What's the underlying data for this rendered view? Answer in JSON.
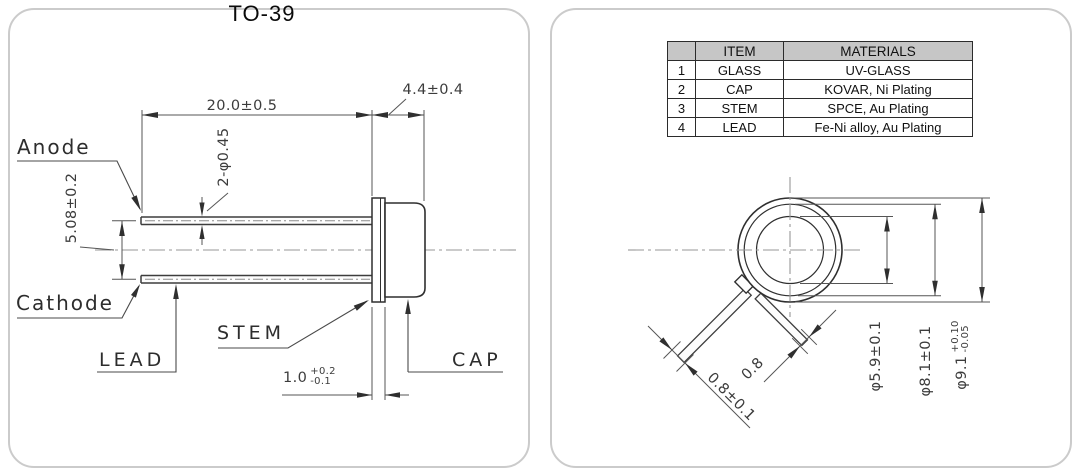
{
  "title": "TO-39",
  "colors": {
    "table_header_bg": "#c6c6c6",
    "line": "#2f2f2f",
    "panel_border": "#cbcbcb"
  },
  "left_view": {
    "labels": {
      "anode": "Anode",
      "cathode": "Cathode",
      "lead": "LEAD",
      "stem": "STEM",
      "cap": "CAP"
    },
    "dims": {
      "lead_length": "20.0±0.5",
      "cap_height": "4.4±0.4",
      "lead_dia": "2-φ0.45",
      "pitch": "5.08±0.2",
      "stem_thickness": "1.0",
      "stem_tol_plus": "+0.2",
      "stem_tol_minus": "-0.1"
    }
  },
  "right_view": {
    "dims": {
      "window_dia": "φ5.9±0.1",
      "cap_dia": "φ8.1±0.1",
      "flange_dia": "φ9.1",
      "flange_tol_plus": "+0.10",
      "flange_tol_minus": "-0.05",
      "lead_width": "0.8",
      "lead_width_tol": "0.8±0.1"
    }
  },
  "table": {
    "headers": [
      "",
      "ITEM",
      "MATERIALS"
    ],
    "rows": [
      [
        "1",
        "GLASS",
        "UV-GLASS"
      ],
      [
        "2",
        "CAP",
        "KOVAR, Ni Plating"
      ],
      [
        "3",
        "STEM",
        "SPCE, Au Plating"
      ],
      [
        "4",
        "LEAD",
        "Fe-Ni alloy, Au Plating"
      ]
    ]
  }
}
